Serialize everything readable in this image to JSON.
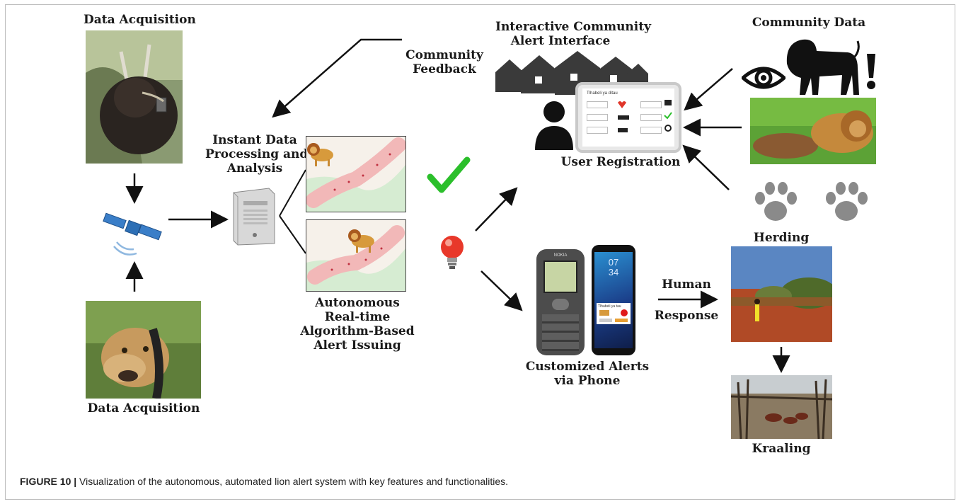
{
  "labels": {
    "data_acquisition_top": "Data Acquisition",
    "data_acquisition_bottom": "Data Acquisition",
    "instant_processing": [
      "Instant Data",
      "Processing and",
      "Analysis"
    ],
    "autonomous_alert": [
      "Autonomous",
      "Real-time",
      "Algorithm-Based",
      "Alert Issuing"
    ],
    "community_feedback": [
      "Community",
      "Feedback"
    ],
    "interactive_interface": [
      "Interactive Community",
      "Alert Interface"
    ],
    "user_registration": "User Registration",
    "community_data": "Community Data",
    "customized_alerts": [
      "Customized Alerts",
      "via Phone"
    ],
    "human_response": [
      "Human",
      "Response"
    ],
    "herding": "Herding",
    "kraaling": "Kraaling"
  },
  "tablet_screen": {
    "title": "Tlhabeli ya ditau"
  },
  "phone_screen": {
    "time_hours": "07",
    "time_minutes": "34",
    "alert_title": "Tlhabeli ya tau",
    "brand": "NOKIA"
  },
  "caption": {
    "prefix": "FIGURE 10 |",
    "text": " Visualization of the autonomous, automated lion alert system with key features and functionalities."
  },
  "colors": {
    "check": "#2bbf2b",
    "bulb": "#e8382a",
    "map_path": "#f2b8b8",
    "map_bg": "#d6ecd2"
  }
}
